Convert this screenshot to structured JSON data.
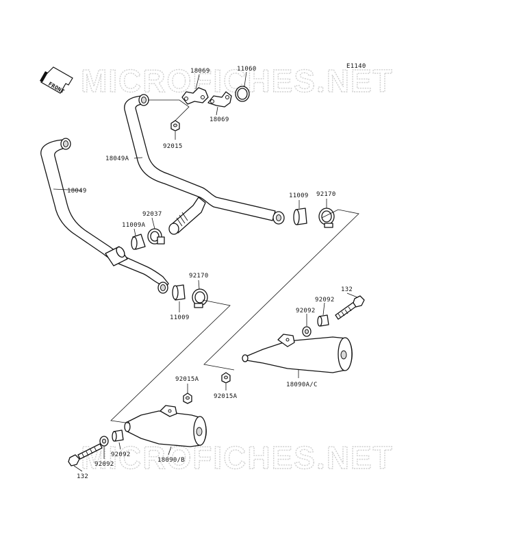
{
  "diagram_code": "E1140",
  "watermark_text": "MICROFICHES.NET",
  "front_arrow_label": "FRONT",
  "labels": {
    "p18069_top": "18069",
    "p11060": "11060",
    "p18069_bottom": "18069",
    "p92015": "92015",
    "p18049A": "18049A",
    "p18049": "18049",
    "p11009_right": "11009",
    "p92170_right": "92170",
    "p92037": "92037",
    "p11009A": "11009A",
    "p92170_left": "92170",
    "p11009_left": "11009",
    "p132_right": "132",
    "p92092_right_top": "92092",
    "p92092_right_mid": "92092",
    "p92015A_right": "92015A",
    "p18090AC": "18090A/C",
    "p92015A_left": "92015A",
    "p92092_left_a": "92092",
    "p92092_left_b": "92092",
    "p132_left": "132",
    "p18090B": "18090/B"
  },
  "colors": {
    "line": "#111111",
    "watermark": "#cfcfcf",
    "background": "#ffffff"
  }
}
